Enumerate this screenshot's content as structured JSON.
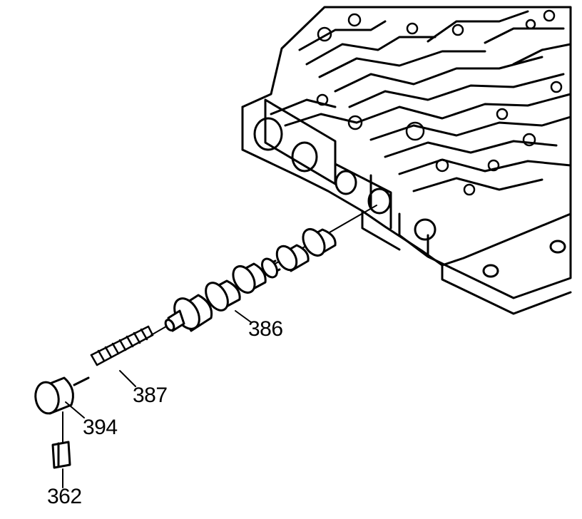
{
  "diagram": {
    "callouts": [
      {
        "id": "386",
        "text": "386"
      },
      {
        "id": "387",
        "text": "387"
      },
      {
        "id": "394",
        "text": "394"
      },
      {
        "id": "362",
        "text": "362"
      }
    ],
    "colors": {
      "line": "#000000",
      "background": "#ffffff"
    }
  }
}
